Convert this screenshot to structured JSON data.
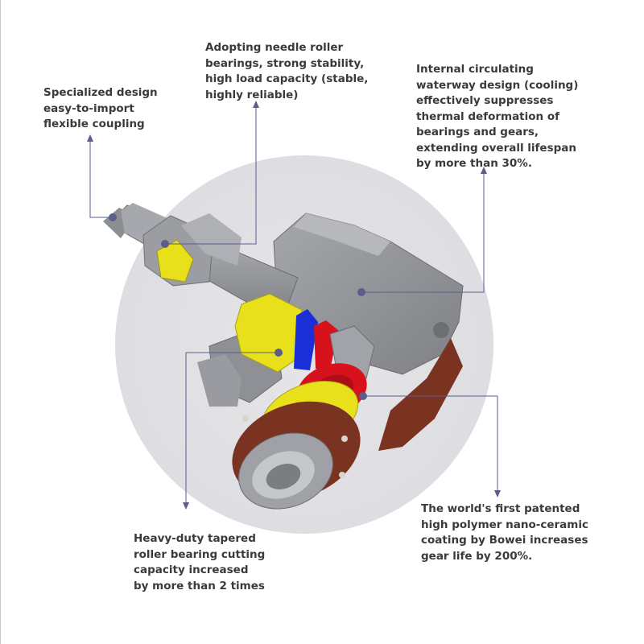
{
  "callouts": {
    "coupling": "Specialized design\neasy-to-import\nflexible coupling",
    "needle": "Adopting needle roller\nbearings, strong stability,\nhigh load capacity (stable,\nhighly reliable)",
    "waterway": "Internal circulating\nwaterway design (cooling)\neffectively suppresses\nthermal deformation of\nbearings and gears,\nextending overall lifespan\nby more than 30%.",
    "tapered": "Heavy-duty tapered\nroller bearing cutting\ncapacity increased\nby more than 2 times",
    "coating": "The world's first patented\nhigh polymer nano-ceramic\ncoating by Bowei increases\ngear life by 200%."
  },
  "colors": {
    "leader": "#5a5e8a",
    "housing": "#8f9196",
    "yellow": "#e9e01c",
    "red": "#d8121c",
    "blue": "#1a2fd6",
    "flange": "#7a3320",
    "background_disc": "#dedee2"
  }
}
